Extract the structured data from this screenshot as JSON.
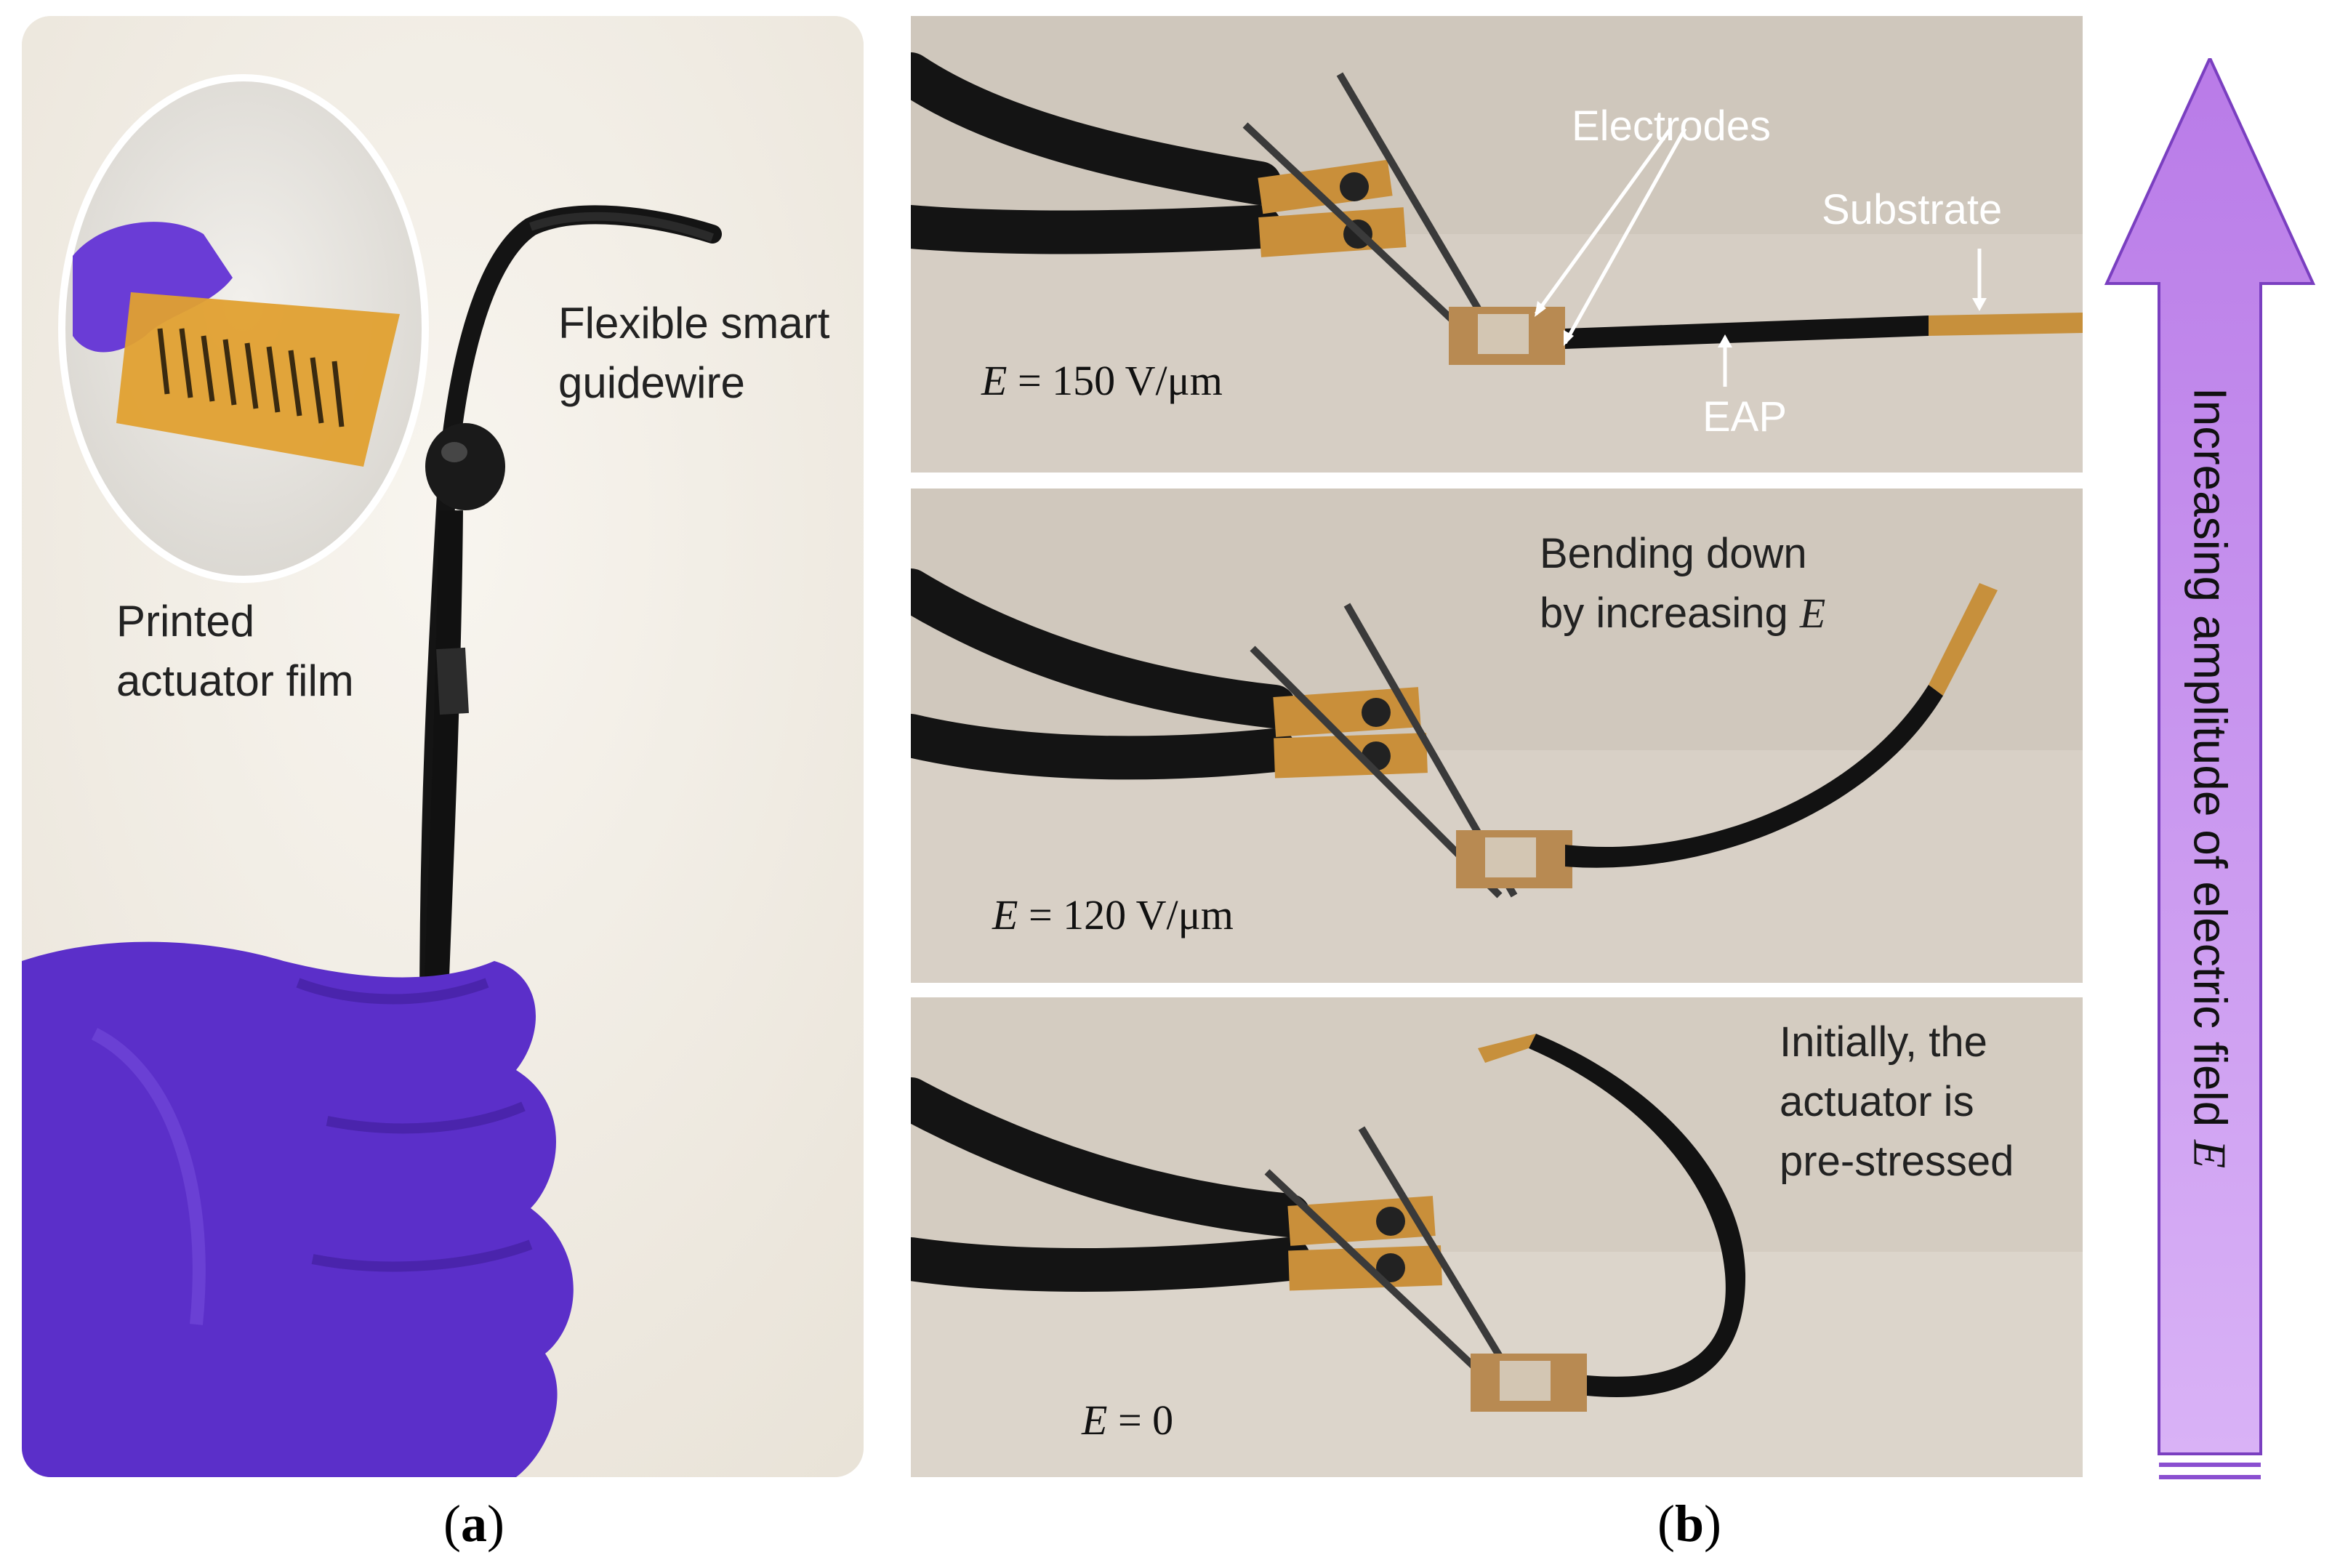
{
  "panel_a": {
    "caption_letter": "a",
    "label_guidewire_line1": "Flexible smart",
    "label_guidewire_line2": "guidewire",
    "label_film_line1": "Printed",
    "label_film_line2": "actuator film"
  },
  "panel_b": {
    "caption_letter": "b",
    "top": {
      "equation_lhs": "E",
      "equation_rhs": " = 150 V/μm",
      "label_electrodes": "Electrodes",
      "label_substrate": "Substrate",
      "label_eap": "EAP"
    },
    "middle": {
      "equation_lhs": "E",
      "equation_rhs": " = 120 V/μm",
      "note_line1": "Bending down",
      "note_line2_prefix": "by increasing ",
      "note_line2_var": "E"
    },
    "bottom": {
      "equation_lhs": "E",
      "equation_rhs": " = 0",
      "note_line1": "Initially, the",
      "note_line2": "actuator is",
      "note_line3": "pre-stressed"
    }
  },
  "arrow": {
    "text_prefix": "Increasing amplitude of electric field ",
    "text_var": "E",
    "color": "#c98ff0"
  },
  "colors": {
    "glove": "#5b2fc9",
    "wire": "#141414",
    "film": "#e0a030",
    "clip": "#c98f3a",
    "background_photo_b": "#d8d0c6",
    "background_photo_a": "#f3efe8"
  }
}
